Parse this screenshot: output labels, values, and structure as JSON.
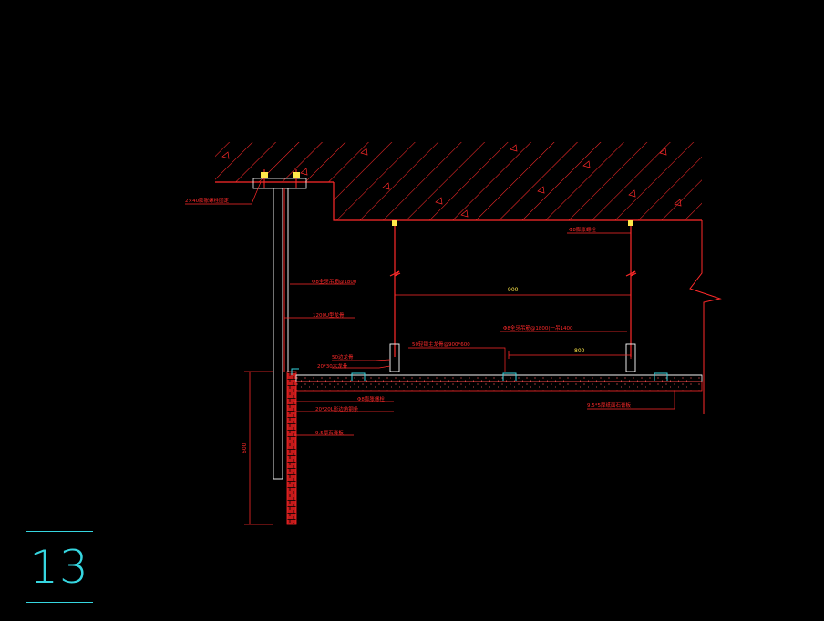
{
  "drawing": {
    "labels": {
      "l1": "2×40膨胀螺栓固定",
      "l2": "Φ8全牙吊筋@1800",
      "l3": "1200U型龙骨",
      "l4": "Φ8膨胀螺栓",
      "l5": "50轻钢主龙骨@900*600",
      "l6": "Φ8全牙吊筋@1800(一吊1400",
      "l7": "50边龙骨",
      "l8": "20*30木龙骨",
      "l9": "Φ8膨胀螺栓",
      "l10": "20*20L形边角钢条",
      "l11": "9.5厚石膏板",
      "l12": "9.5*5厚纸面石膏板"
    },
    "dimensions": {
      "d900": "900",
      "d800": "800",
      "d600": "600"
    }
  },
  "sheet": {
    "number": "13"
  },
  "colors": {
    "line": "#ff2a2a",
    "dimension_text": "#ffe84a",
    "accent": "#36d6e0",
    "background": "#000000"
  }
}
